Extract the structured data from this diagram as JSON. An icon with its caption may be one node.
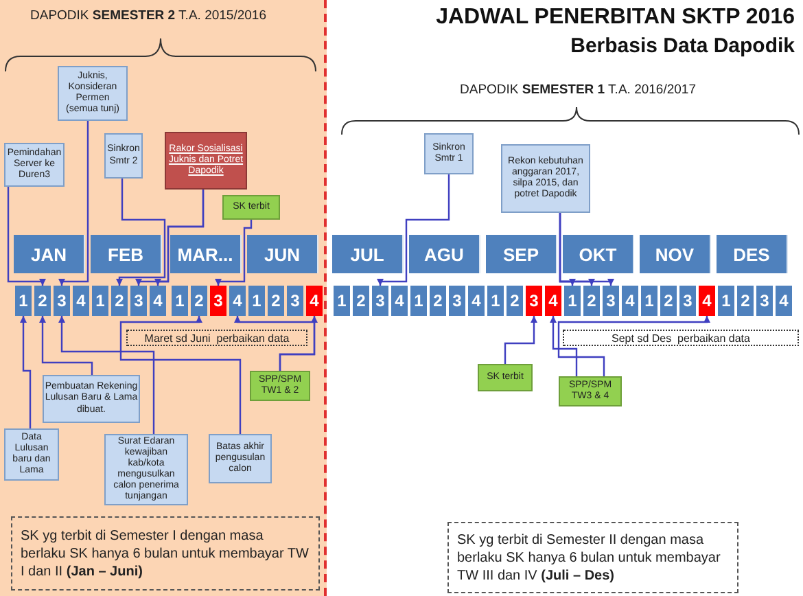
{
  "diagram": {
    "title": "JADWAL PENERBITAN SKTP 2016",
    "nodes": [
      {
        "text": [
          "Juknis, Konsideran Permen (semua tunj)"
        ]
      },
      {
        "text": [
          "Pemindahan Server ke Duren3"
        ]
      },
      {
        "text": [
          "Sinkron Smtr 2"
        ]
      },
      {
        "text": [
          "Rakor Sosialisasi Juknis dan Potret Dapodik"
        ]
      },
      {
        "text": [
          "SK terbit"
        ]
      },
      {
        "text": [
          "Sinkron Smtr 1"
        ]
      },
      {
        "text": [
          "Rekon kebutuhan anggaran 2017, silpa 2015, dan potret Dapodik"
        ]
      },
      {
        "text": [
          "JAN"
        ]
      },
      {
        "text": [
          "FEB"
        ]
      },
      {
        "text": [
          "MAR..."
        ]
      },
      {
        "text": [
          "JUN"
        ]
      },
      {
        "text": [
          "JUL"
        ]
      },
      {
        "text": [
          "AGU"
        ]
      },
      {
        "text": [
          "SEP"
        ]
      },
      {
        "text": [
          "OKT"
        ]
      },
      {
        "text": [
          "NOV"
        ]
      },
      {
        "text": [
          "DES"
        ]
      },
      {
        "text": [
          "1"
        ]
      },
      {
        "text": [
          "2"
        ]
      },
      {
        "text": [
          "3"
        ]
      },
      {
        "text": [
          "4"
        ]
      },
      {
        "text": [
          "1"
        ]
      },
      {
        "text": [
          "2"
        ]
      },
      {
        "text": [
          "3"
        ]
      },
      {
        "text": [
          "4"
        ]
      },
      {
        "text": [
          "1"
        ]
      },
      {
        "text": [
          "2"
        ]
      },
      {
        "text": [
          "3"
        ]
      },
      {
        "text": [
          "4"
        ]
      },
      {
        "text": [
          "1"
        ]
      },
      {
        "text": [
          "2"
        ]
      },
      {
        "text": [
          "3"
        ]
      },
      {
        "text": [
          "4"
        ]
      },
      {
        "text": [
          "1"
        ]
      },
      {
        "text": [
          "2"
        ]
      },
      {
        "text": [
          "3"
        ]
      },
      {
        "text": [
          "4"
        ]
      },
      {
        "text": [
          "1"
        ]
      },
      {
        "text": [
          "2"
        ]
      },
      {
        "text": [
          "3"
        ]
      },
      {
        "text": [
          "4"
        ]
      },
      {
        "text": [
          "1"
        ]
      },
      {
        "text": [
          "2"
        ]
      },
      {
        "text": [
          "3"
        ]
      },
      {
        "text": [
          "4"
        ]
      },
      {
        "text": [
          "1"
        ]
      },
      {
        "text": [
          "2"
        ]
      },
      {
        "text": [
          "3"
        ]
      },
      {
        "text": [
          "4"
        ]
      },
      {
        "text": [
          "1"
        ]
      },
      {
        "text": [
          "2"
        ]
      },
      {
        "text": [
          "3"
        ]
      },
      {
        "text": [
          "4"
        ]
      },
      {
        "text": [
          "1"
        ]
      },
      {
        "text": [
          "2"
        ]
      },
      {
        "text": [
          "3"
        ]
      },
      {
        "text": [
          "4"
        ]
      },
      {
        "text": [
          "Maret sd Juni  perbaikan data"
        ]
      },
      {
        "text": [
          "Sept sd Des  perbaikan data"
        ]
      },
      {
        "text": [
          "SK terbit"
        ]
      },
      {
        "text": [
          "SPP/SPM TW1 & 2"
        ]
      },
      {
        "text": [
          "SPP/SPM TW3 & 4"
        ]
      },
      {
        "text": [
          "Pembuatan Rekening Lulusan Baru & Lama dibuat."
        ]
      },
      {
        "text": [
          "Data Lulusan baru dan Lama"
        ]
      },
      {
        "text": [
          "Batas akhir pengusulan calon"
        ]
      },
      {
        "text": [
          "Surat Edaran kewajiban kab/kota mengusulkan calon penerima tunjangan"
        ]
      },
      {
        "text": [
          "SK yg terbit di Semester I dengan masa berlaku SK hanya 6 bulan untuk membayar TW I dan II **(Jan – Juni)**"
        ]
      },
      {
        "text": [
          "SK yg terbit di Semester II dengan masa berlaku SK hanya 6 bulan untuk membayar TW III dan IV **(Juli – Des)**"
        ]
      }
    ],
    "edges": [
      {
        "from": 1,
        "to": 18,
        "arrow": "to"
      },
      {
        "from": 0,
        "to": 19,
        "arrow": "to"
      },
      {
        "from": 2,
        "to": 22,
        "arrow": "to"
      },
      {
        "from": 3,
        "to": 23,
        "arrow": "to"
      },
      {
        "from": 3,
        "to": 24,
        "arrow": "to"
      },
      {
        "from": 4,
        "to": 27,
        "arrow": "to"
      },
      {
        "from": 5,
        "to": 35,
        "arrow": "to"
      },
      {
        "from": 6,
        "to": 45,
        "arrow": "to"
      },
      {
        "from": 6,
        "to": 46,
        "arrow": "to"
      },
      {
        "from": 6,
        "to": 47,
        "arrow": "to"
      },
      {
        "from": 63,
        "to": 17,
        "arrow": "to"
      },
      {
        "from": 62,
        "to": 18,
        "arrow": "to"
      },
      {
        "from": 65,
        "to": 19,
        "arrow": "to"
      },
      {
        "from": 64,
        "to": 26,
        "arrow": "to"
      },
      {
        "from": 60,
        "to": 28,
        "arrow": "to"
      },
      {
        "from": 60,
        "to": 32,
        "arrow": "to"
      },
      {
        "from": 59,
        "to": 43,
        "arrow": "to"
      },
      {
        "from": 61,
        "to": 44,
        "arrow": "to"
      },
      {
        "from": 61,
        "to": 52,
        "arrow": "to"
      }
    ],
    "labels": [
      "DAPODIK **SEMESTER 2** T.A. 2015/2016",
      "Berbasis Data Dapodik",
      "DAPODIK **SEMESTER 1** T.A. 2016/2017"
    ]
  }
}
